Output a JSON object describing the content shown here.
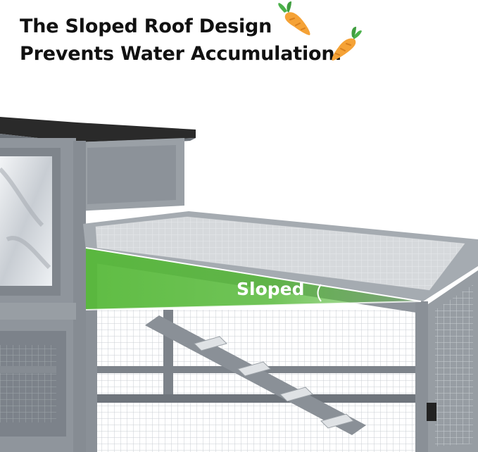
{
  "headline": {
    "line1": "The Sloped Roof Design",
    "line2": "Prevents Water Accumulation."
  },
  "callout": {
    "label": "Sloped"
  },
  "colors": {
    "accent_green": "#57b93a",
    "hutch_gray": "#8f959c",
    "roof_black": "#2a2a2a",
    "carrot_orange": "#f5a236",
    "carrot_leaf": "#4bb14a"
  },
  "icons": [
    "carrot-icon",
    "carrot-icon"
  ]
}
